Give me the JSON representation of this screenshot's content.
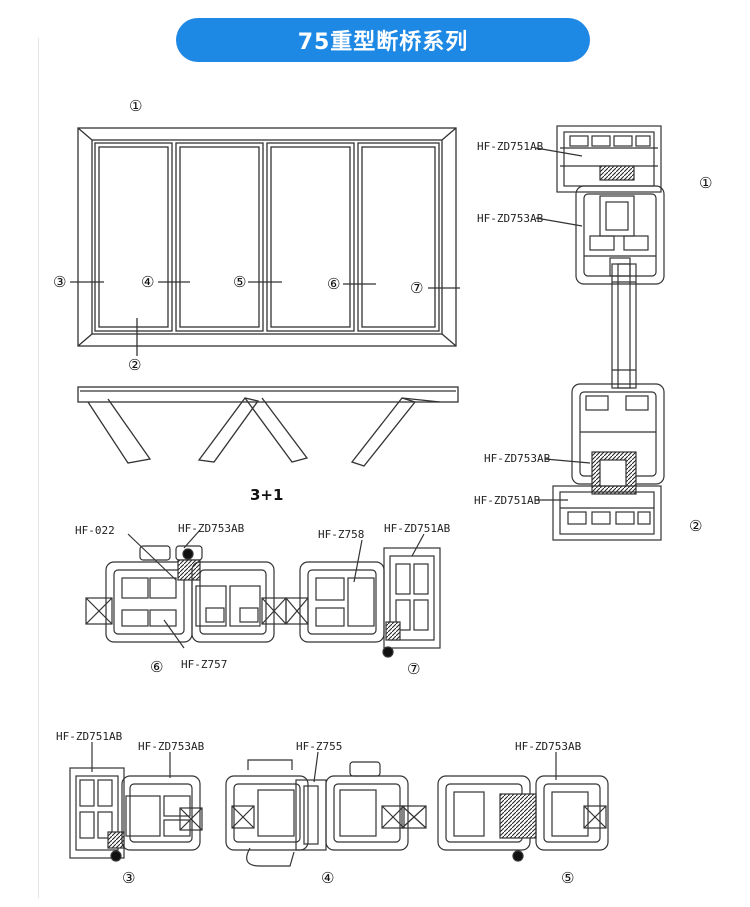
{
  "title": "75重型断桥系列",
  "config_label": "3+1",
  "markers": {
    "m1": "①",
    "m2": "②",
    "m3": "③",
    "m4": "④",
    "m5": "⑤",
    "m6": "⑥",
    "m7": "⑦"
  },
  "section_top": {
    "label_zd751ab_top": "HF-ZD751AB",
    "label_zd753ab_top": "HF-ZD753AB",
    "label_zd753ab_bottom": "HF-ZD753AB",
    "label_zd751ab_bottom": "HF-ZD751AB"
  },
  "section_mid": {
    "label_022": "HF-022",
    "label_zd753ab": "HF-ZD753AB",
    "label_z757": "HF-Z757",
    "label_z758": "HF-Z758",
    "label_zd751ab": "HF-ZD751AB"
  },
  "section_bottom": {
    "label_zd751ab": "HF-ZD751AB",
    "label_zd753ab_left": "HF-ZD753AB",
    "label_z755": "HF-Z755",
    "label_zd753ab_right": "HF-ZD753AB"
  },
  "colors": {
    "banner": "#1e88e5",
    "line": "#333333"
  }
}
